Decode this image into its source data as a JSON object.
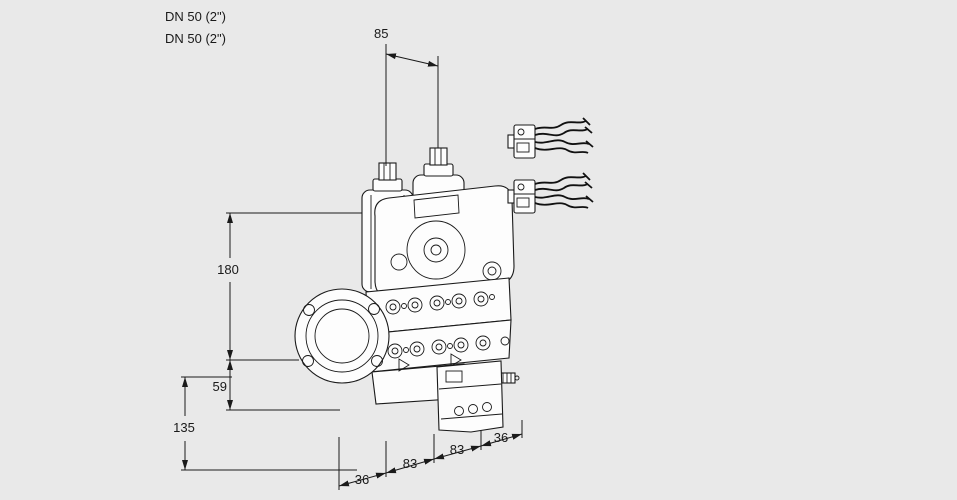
{
  "canvas": {
    "background": "#e9e9e9",
    "ink": "#1a1a1a",
    "paper": "#fdfdfd"
  },
  "labels": {
    "dn_top": "DN 50 (2\")",
    "dn_bottom": "DN 50 (2\")"
  },
  "dimensions": {
    "spacing_top": "85",
    "height_upper": "180",
    "height_mid": "59",
    "height_total": "135",
    "bottom_36_left": "36",
    "bottom_83_left": "83",
    "bottom_83_right": "83",
    "bottom_36_right": "36"
  }
}
